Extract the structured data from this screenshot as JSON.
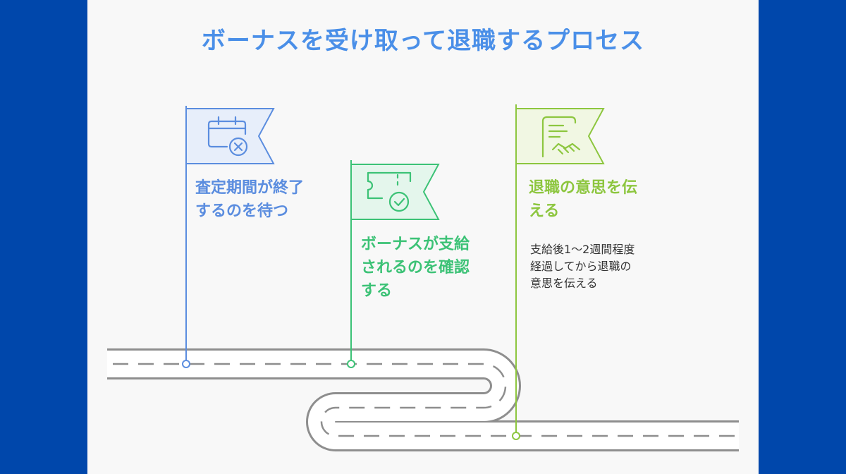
{
  "title": "ボーナスを受け取って退職するプロセス",
  "colors": {
    "background": "#0047AB",
    "canvas": "#F8F8F8",
    "title": "#4A8FE8",
    "step1": "#5B8DDF",
    "step2": "#3CC276",
    "step3": "#8DC63F",
    "road": "#8E8E8E"
  },
  "steps": [
    {
      "icon": "calendar-x-icon",
      "title_line1": "査定期間が終了",
      "title_line2": "するのを待つ",
      "desc": []
    },
    {
      "icon": "ticket-check-icon",
      "title_line1": "ボーナスが支給",
      "title_line2": "されるのを確認",
      "title_line3": "する",
      "desc": []
    },
    {
      "icon": "document-handshake-icon",
      "title_line1": "退職の意思を伝",
      "title_line2": "える",
      "desc": [
        "支給後1〜2週間程度",
        "経過してから退職の",
        "意思を伝える"
      ]
    }
  ]
}
